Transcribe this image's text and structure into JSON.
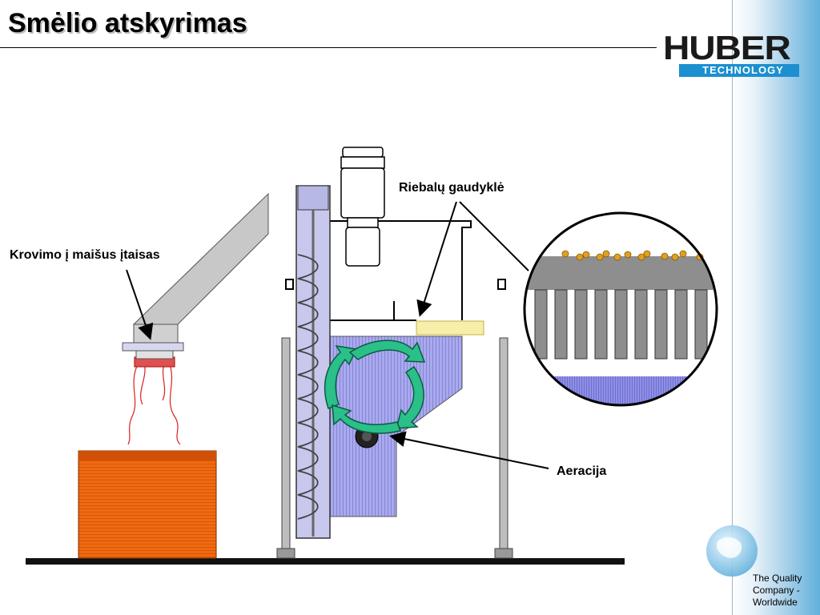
{
  "title": "Smėlio atskyrimas",
  "logo": {
    "brand": "HUBER",
    "sub": "TECHNOLOGY"
  },
  "tagline": {
    "line1": "The Quality",
    "line2": "Company -",
    "line3": "Worldwide"
  },
  "labels": {
    "bagging": "Krovimo į maišus įtaisas",
    "grease": "Riebalų gaudyklė",
    "aeration": "Aeracija"
  },
  "colors": {
    "screw_tube": "#c8c8ee",
    "tank": "#a6a6ec",
    "container": "#f06a10",
    "arrows": "#2bbf8a",
    "grease_trap": "#f6eeaa",
    "grease_balls": "#e0a020"
  }
}
